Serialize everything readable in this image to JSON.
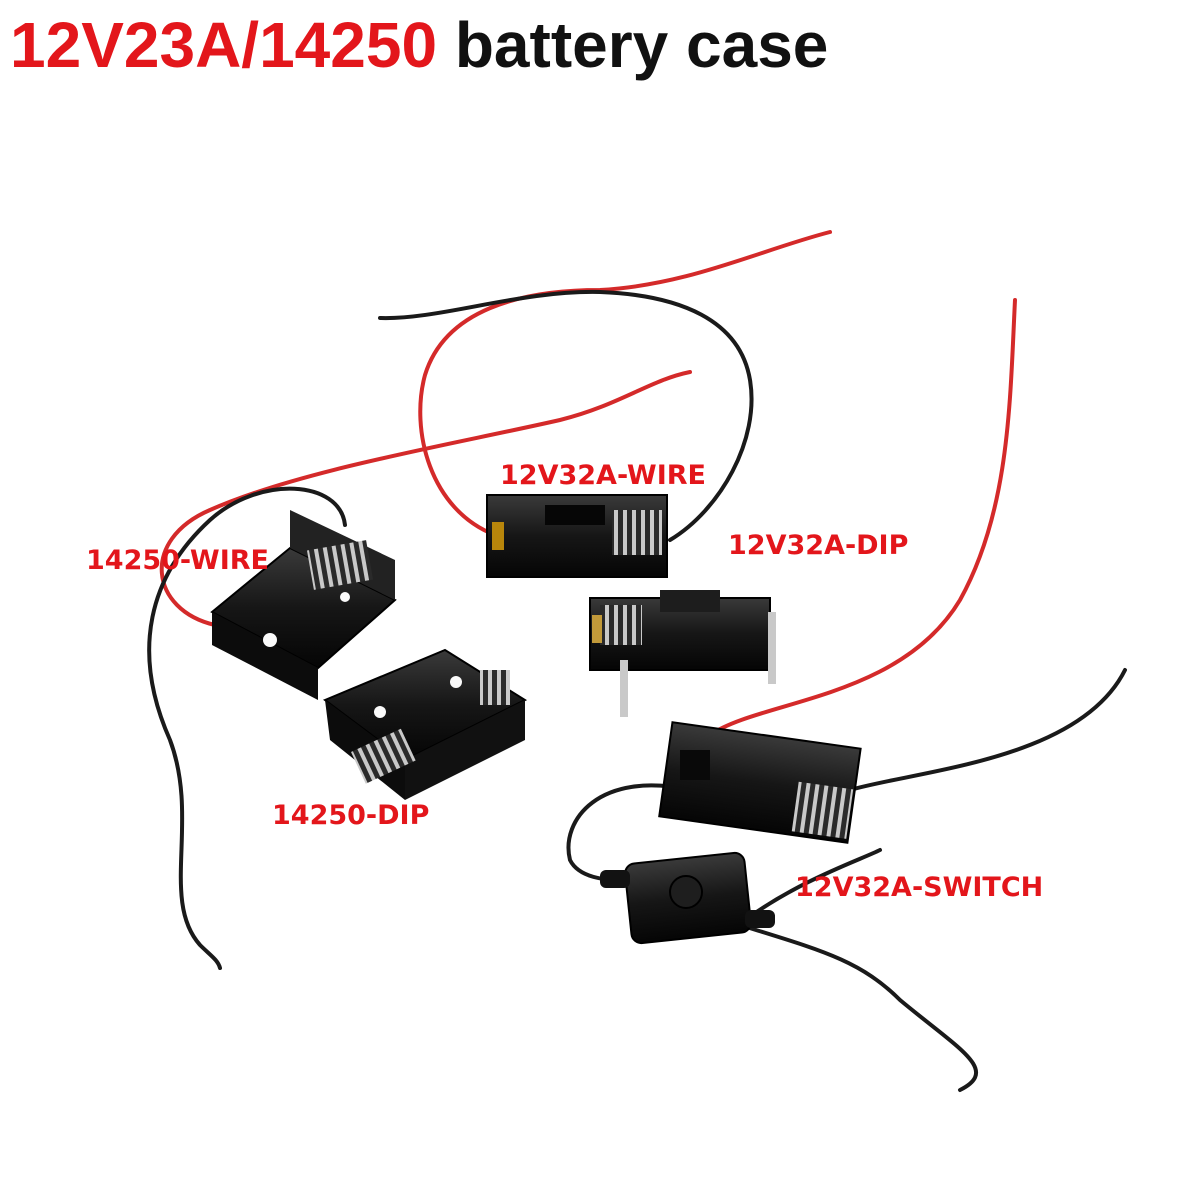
{
  "title": {
    "red_part": "12V23A/14250",
    "black_part": "battery case"
  },
  "labels": {
    "wire_14250": "14250-WIRE",
    "dip_14250": "14250-DIP",
    "wire_12v32a": "12V32A-WIRE",
    "dip_12v32a": "12V32A-DIP",
    "switch_12v32a": "12V32A-SWITCH"
  },
  "colors": {
    "accent_red": "#e3161b",
    "wire_red": "#d42a2a",
    "wire_black": "#1a1a1a",
    "holder_black": "#161616"
  }
}
